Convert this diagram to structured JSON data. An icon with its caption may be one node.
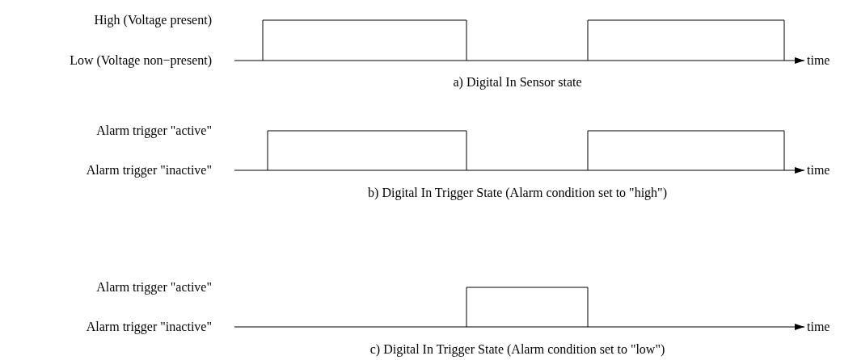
{
  "diagram": {
    "labels": [
      "High (Voltage present)",
      "Low (Voltage non−present)",
      "time",
      "a) Digital In Sensor state",
      "Alarm trigger \"active\"",
      "Alarm trigger \"inactive\"",
      "time",
      "b) Digital In Trigger State (Alarm condition set to \"high\")",
      "Alarm trigger \"active\"",
      "Alarm trigger \"inactive\"",
      "time",
      "c) Digital In Trigger State (Alarm condition set to \"low\")"
    ]
  }
}
